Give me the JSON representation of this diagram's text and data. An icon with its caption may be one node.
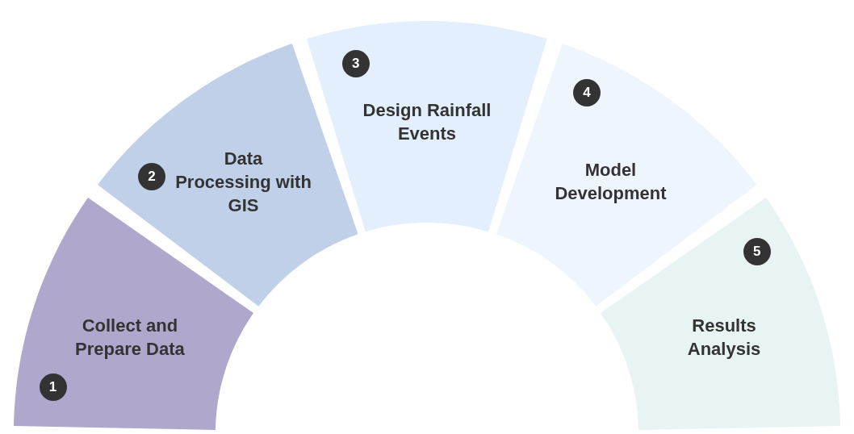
{
  "diagram": {
    "nodes": [
      {
        "text": [
          "1",
          "Collect and Prepare Data"
        ]
      },
      {
        "text": [
          "2",
          "Data Processing with GIS"
        ]
      },
      {
        "text": [
          "3",
          "Design Rainfall Events"
        ]
      },
      {
        "text": [
          "4",
          "Model Development"
        ]
      },
      {
        "text": [
          "5",
          "Results Analysis"
        ]
      }
    ]
  }
}
